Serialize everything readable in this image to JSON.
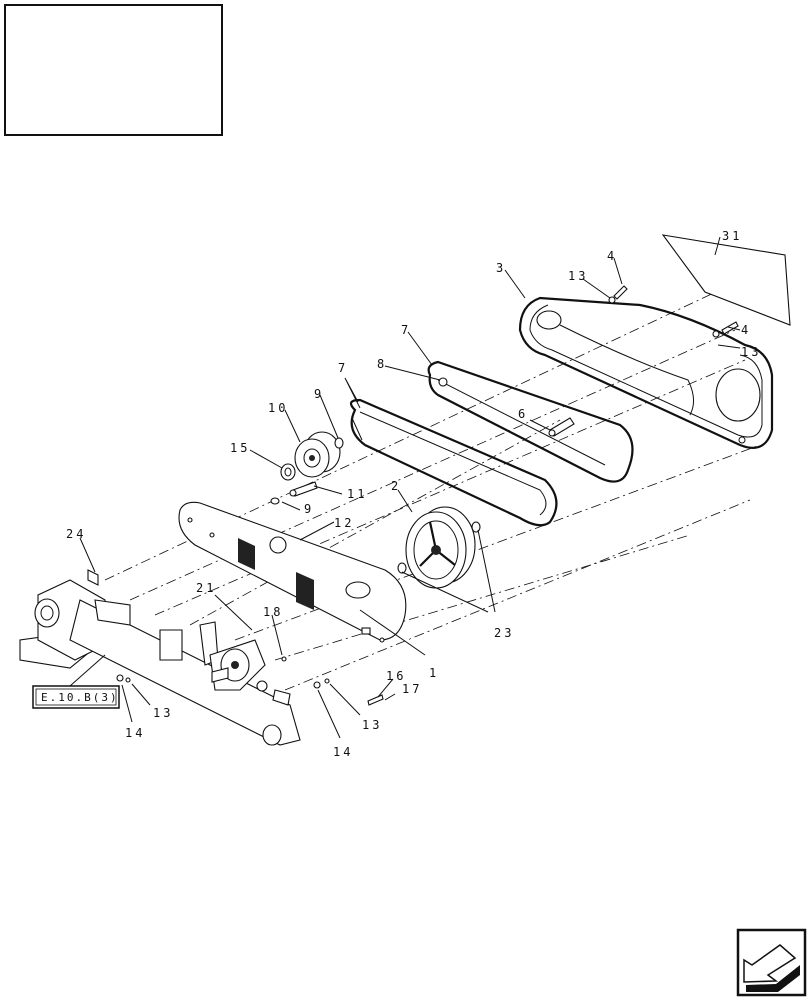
{
  "callouts": [
    {
      "id": "c31",
      "text": "31"
    },
    {
      "id": "c3",
      "text": "3"
    },
    {
      "id": "c4a",
      "text": "4"
    },
    {
      "id": "c13a",
      "text": "13"
    },
    {
      "id": "c4b",
      "text": "4"
    },
    {
      "id": "c13b",
      "text": "13"
    },
    {
      "id": "c7a",
      "text": "7"
    },
    {
      "id": "c8",
      "text": "8"
    },
    {
      "id": "c7b",
      "text": "7"
    },
    {
      "id": "c6",
      "text": "6"
    },
    {
      "id": "c10",
      "text": "10"
    },
    {
      "id": "c9a",
      "text": "9"
    },
    {
      "id": "c15",
      "text": "15"
    },
    {
      "id": "c11",
      "text": "11"
    },
    {
      "id": "c9b",
      "text": "9"
    },
    {
      "id": "c2",
      "text": "2"
    },
    {
      "id": "c12",
      "text": "12"
    },
    {
      "id": "c24",
      "text": "24"
    },
    {
      "id": "c21",
      "text": "21"
    },
    {
      "id": "c18",
      "text": "18"
    },
    {
      "id": "c23",
      "text": "23"
    },
    {
      "id": "c1",
      "text": "1"
    },
    {
      "id": "c16",
      "text": "16"
    },
    {
      "id": "c17",
      "text": "17"
    },
    {
      "id": "c13c",
      "text": "13"
    },
    {
      "id": "c13d",
      "text": "13"
    },
    {
      "id": "c14a",
      "text": "14"
    },
    {
      "id": "c14b",
      "text": "14"
    }
  ],
  "reference_box": {
    "text": "E.10.B(3)"
  },
  "title_block": {
    "text": ""
  },
  "nav_icon": {
    "name": "next-page-arrow-icon"
  }
}
